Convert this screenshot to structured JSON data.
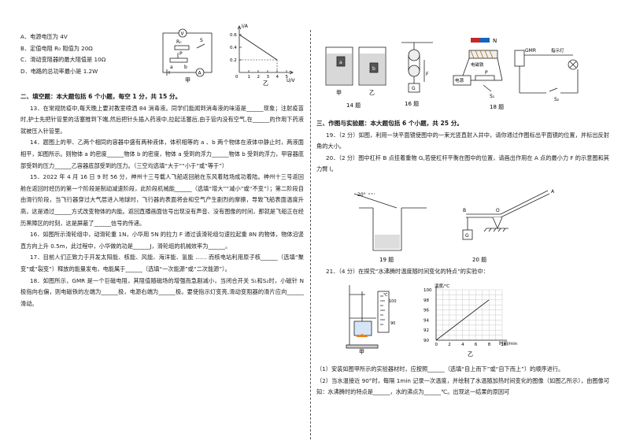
{
  "q12_options": {
    "A": "A．电源电压为 4V",
    "B": "B．定值电阻 R₀ 阻值为 20Ω",
    "C": "C．滑动变阻器的最大阻值是 10Ω",
    "D": "D．电路的总功率最小是 1.2W"
  },
  "q12_figs": {
    "jia": "甲",
    "yi": "乙",
    "graph": {
      "ylabel": "I/A",
      "xlabel": "U/V",
      "y_ticks": [
        "0.6",
        "0.4",
        "0.2"
      ],
      "x_ticks": [
        "1",
        "2",
        "3",
        "4",
        "5"
      ],
      "origin": "0"
    },
    "circuit_labels": {
      "v": "V",
      "a": "A",
      "r0": "R₀",
      "s": "S",
      "p": "P",
      "pa": "a",
      "pb": "b"
    }
  },
  "section2": {
    "heading": "二、填空题：本大题包括 6 个小题，每空 1 分，共 15 分。",
    "q13": "13．在常规防疫中,每天晚上要对教室喷洒 84 消毒液。同学们能闻到消毒液的味道是______现象；注射疫苗时,护士先把针管里的活塞推到下端,然后把针头插入药液中,拉起活塞后,由于管内没有空气,在______的作用下药液就被压入针管里。",
    "q14": "14．题图上的甲、乙两个相同的容器中盛有两种液体，体积相等的 a 、b 两个物体在液体中静止时，两液面相平，如图所示。则物体 a 的密度______物体 b 的密度，物体 a 受到的浮力______物体 b 受到的浮力，甲容器底部受到的压力______乙容器底部受到的压力。（三空均选填“大于”“小于”或“等于”）",
    "q15": "15．2022 年 4 月 16 日 9 时 56 分，神州十三号载人飞船返回舱在东风着陆场成功着陆。神州十三号返回舱在返回时经历的第一个阶段是制动减速阶段，此阶段机械能______（选填“增大”“减小”或“不变”）；第二阶段自由滑行阶段，当飞行器穿过大气层进入地球时，飞行器的表面将会和空气产生剧烈的摩擦，导致飞船表面温度升高，这是通过______方式改变物体的内能。返回直播画面信号出现没有声音、没有图像的时间，那就是飞船正在经历黑障区的时刻，这是屏蔽了______信号的传递。",
    "q16": "16．如图所示滑轮组中，动滑轮重 1N，小华用 5N 的拉力 F 通过该滑轮组匀速拉起重 8N 的物体，物体沿竖直方向上升 0.5m，此过程中，小华做的功是______J，滑轮组的机械效率为______。",
    "q17": "17．目前人们正致力于开发太阳能、核能、风能、海洋能、氢能 …… 而核电站利用原子核______（选填“聚变”或“裂变”）释放的能量发电，电能属于______（选填“一次能源”或“二次能源”）。",
    "q18": "18．如图所示，GMR 是一个巨磁电阻，其阻值随磁场的增强而急剧减小，当闭合开关 S₁和S₂时，小磁针 N 极指向右偏，则电磁铁的左端为______极，电源右端为______极。要使指示灯变亮,滑动变阻器的滑片应向______滑动。"
  },
  "top_figs": {
    "c14": "14 题",
    "c16": "16 题",
    "c18": "18 题",
    "jia": "甲",
    "yi": "乙",
    "a": "a",
    "b": "b",
    "F": "F",
    "G": "G",
    "N": "N",
    "gmr": "GMR",
    "lamp": "指示灯",
    "magnet": "电磁铁",
    "source": "电源",
    "s1": "S₁",
    "s2": "S₂",
    "p": "P"
  },
  "section3": {
    "heading": "三、作图与实验题：本大题包括 6 个小题，共 25 分。",
    "q19": "19．（2 分）如图，利用一块平面镜使图中的一束光竖直射入井中，请你通过作图标出平面镜的位置，并标出反射角的大小。",
    "q20": "20．（2 分）图中杠杆 B 点挂着重物 G,若使杠杆平衡在图中的位置，请画出作用在 A 点的最小力 F 的示意图和其力臂 l。",
    "c19": "19 题",
    "c20": "20 题",
    "angle": "20°",
    "lever": {
      "A": "A",
      "B": "B",
      "O": "O",
      "G": "G"
    },
    "q21": "21．（4 分）在探究“水沸腾时温度随时间变化的特点”的实验中：",
    "graph": {
      "ylabel": "温度/℃",
      "xlabel": "时间/min",
      "y_ticks": [
        "100",
        "98",
        "96",
        "94",
        "92",
        "90"
      ],
      "x_ticks": [
        "0",
        "2",
        "4",
        "6",
        "8",
        "10"
      ],
      "thermo": [
        "℃",
        "100",
        "90"
      ]
    },
    "jia": "甲",
    "yi": "乙",
    "q21_1": "（1）安装如图甲所示的实验器材时，应按照______（选填“自上而下”或“自下而上”）的顺序进行。",
    "q21_2": "（2）当水温接近 90°时，每隔 1min 记录一次温度，并绘制了水温随加热时间变化的图像（如图乙所示），由图像可知：水沸腾时的特点是______，水的沸点为______℃。出现这一结果的原因可"
  }
}
